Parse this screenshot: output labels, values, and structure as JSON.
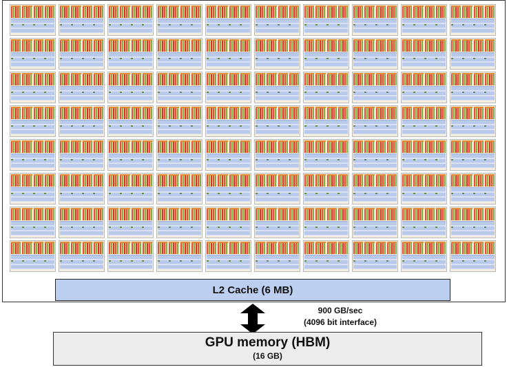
{
  "diagram": {
    "sm_grid": {
      "rows": 8,
      "columns": 10
    },
    "l2_cache": {
      "label": "L2 Cache (6 MB)"
    },
    "link": {
      "bandwidth": "900 GB/sec",
      "interface": "(4096 bit interface)"
    },
    "memory": {
      "title": "GPU memory (HBM)",
      "capacity": "(16 GB)"
    },
    "colors": {
      "l2_fill": "#bccff0",
      "memory_fill": "#ececec",
      "core_red": "#e2503b",
      "core_green": "#7cae52",
      "cache_blue": "#b8c9ea"
    }
  }
}
